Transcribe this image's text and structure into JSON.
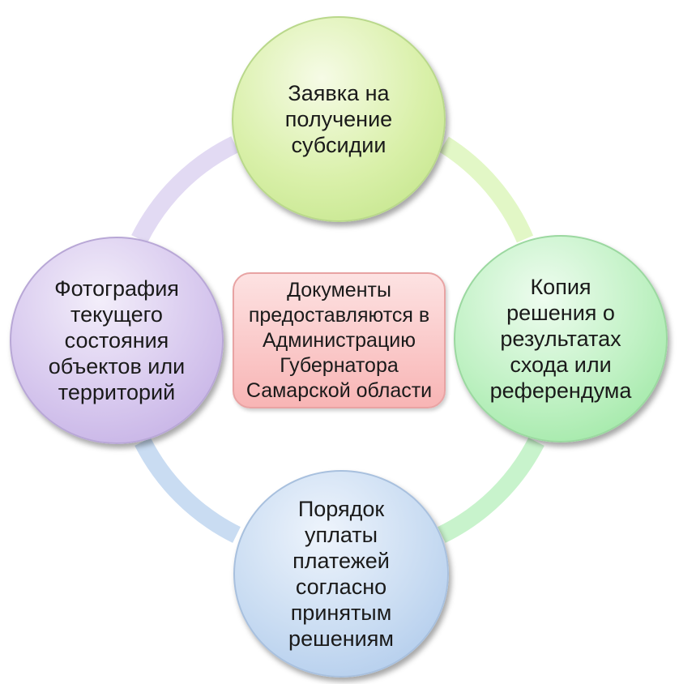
{
  "diagram": {
    "center": {
      "text": "Документы\nпредоставляются в\nАдминистрацию\nГубернатора\nСамарской области"
    },
    "nodes": {
      "top": {
        "text": "Заявка на\nполучение\nсубсидии"
      },
      "right": {
        "text": "Копия\nрешения о\nрезультатах\nсхода или\nреферендума"
      },
      "bottom": {
        "text": "Порядок\nуплаты\nплатежей\nсогласно\nпринятым\nрешениям"
      },
      "left": {
        "text": "Фотография\nтекущего\nсостояния\nобъектов или\nтерриторий"
      }
    },
    "colors": {
      "ring_top_right": "#e2f7c6",
      "ring_right_bottom": "#c8f3cc",
      "ring_bottom_left": "#c9dcf2",
      "ring_left_top": "#e2daf3"
    }
  }
}
